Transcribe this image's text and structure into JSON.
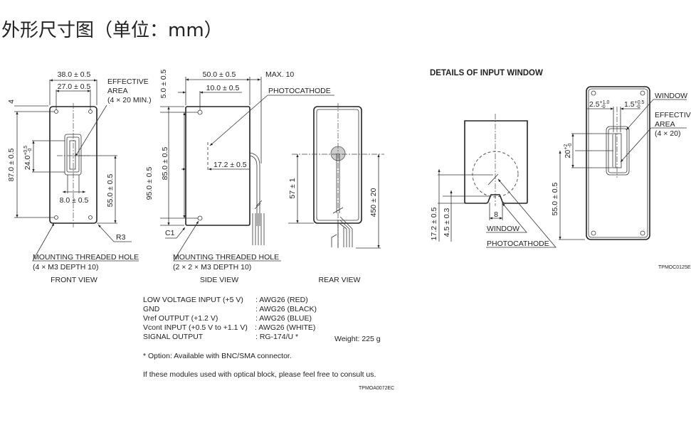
{
  "page_title": "外形尺寸图（单位：mm）",
  "front": {
    "w_outer": "38.0 ± 0.5",
    "w_holes": "27.0 ± 0.5",
    "eff1": "EFFECTIVE",
    "eff2": "AREA",
    "eff3": "(4 × 20 MIN.)",
    "top_off": "4",
    "h_holes": "87.0 ± 0.5",
    "win_h": "24.0",
    "win_h_up": "+0.5",
    "win_h_lo": "-0",
    "win_w": "8.0 ± 0.5",
    "center_h": "55.0 ± 0.5",
    "radius": "R3",
    "hole1": "MOUNTING THREADED HOLE",
    "hole2": "(4 × M3 DEPTH 10)",
    "caption": "FRONT VIEW"
  },
  "side": {
    "depth": "50.0 ± 0.5",
    "max": "MAX. 10",
    "hole_off": "10.0 ± 0.5",
    "photocathode": "PHOTOCATHODE",
    "top_off": "5.0 ± 0.5",
    "height": "95.0 ± 0.5",
    "holes_h": "85.0 ± 0.5",
    "pc_depth": "17.2 ± 0.5",
    "chamfer": "C1",
    "hole1": "MOUNTING THREADED HOLE",
    "hole2": "(2 × 2 × M3 DEPTH 10)",
    "caption": "SIDE VIEW"
  },
  "rear": {
    "cable_pos": "57 ± 1",
    "cable_len": "450 ± 20",
    "caption": "REAR VIEW"
  },
  "details": {
    "heading": "DETAILS OF INPUT WINDOW",
    "pc_depth": "17.2 ± 0.5",
    "win_depth": "4.5 ± 0.3",
    "win_w": "8",
    "window": "WINDOW",
    "photocathode": "PHOTOCATHODE",
    "center_h": "55.0 ± 0.5",
    "win_h": "20",
    "win_h_up": "+2",
    "win_h_lo": "-0",
    "left": "2.5",
    "left_up": "+1.0",
    "left_lo": "-0",
    "right": "1.5",
    "right_up": "+0.5",
    "right_lo": "-0",
    "window_r": "WINDOW",
    "eff1": "EFFECTIVE",
    "eff2": "AREA",
    "eff3": "(4 × 20)",
    "code": "TPMOC0125E"
  },
  "wiring": {
    "rows": [
      {
        "label": "LOW VOLTAGE INPUT (+5 V)",
        "value": ": AWG26 (RED)"
      },
      {
        "label": "GND",
        "value": ": AWG26 (BLACK)"
      },
      {
        "label": "Vref OUTPUT (+1.2 V)",
        "value": ": AWG26 (BLUE)"
      },
      {
        "label": "Vcont INPUT (+0.5 V to +1.1 V)",
        "value": ": AWG26 (WHITE)"
      },
      {
        "label": "SIGNAL OUTPUT",
        "value": ": RG-174/U *"
      }
    ],
    "weight": "Weight: 225 g",
    "option": "* Option: Available with BNC/SMA connector.",
    "consult": "If these modules used with optical block, please feel free to consult us.",
    "code": "TPMOA0072EC"
  }
}
